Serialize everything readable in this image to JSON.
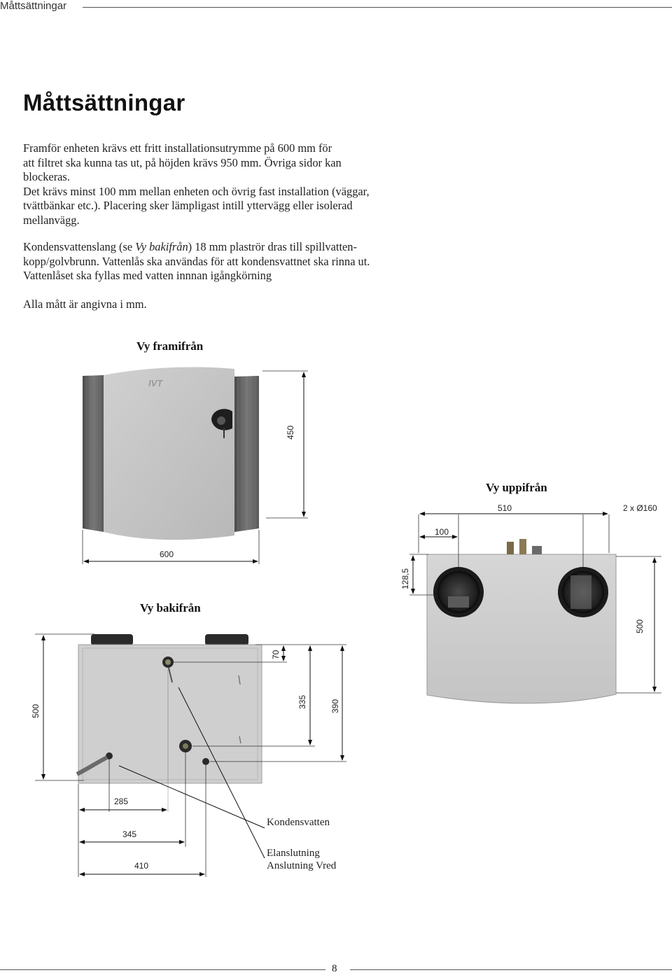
{
  "header": {
    "section": "Måttsättningar"
  },
  "title": "Måttsättningar",
  "paragraphs": {
    "p1_l1": "Framför enheten krävs ett fritt installationsutrymme på 600 mm för",
    "p1_l2": "att filtret ska kunna tas ut, på höjden krävs 950 mm. Övriga sidor kan",
    "p1_l3": "blockeras.",
    "p1_l4": "Det krävs minst 100 mm mellan enheten och övrig fast installation (väggar,",
    "p1_l5": "tvättbänkar etc.). Placering sker lämpligast intill yttervägg eller isolerad",
    "p1_l6": "mellanvägg.",
    "p2_l1_a": "Kondensvattenslang (se ",
    "p2_l1_b": "Vy bakifrån",
    "p2_l1_c": ") 18 mm plaströr dras till spillvatten-",
    "p2_l2": "kopp/golvbrunn. Vattenlås ska användas för att kondensvattnet ska rinna ut.",
    "p2_l3": "Vattenlåset ska fyllas med vatten innnan igångkörning",
    "p3": "Alla mått är angivna i mm."
  },
  "views": {
    "front": {
      "title": "Vy framifrån",
      "logo": "IVT",
      "dim_width": "600",
      "dim_height": "450"
    },
    "top": {
      "title": "Vy uppifrån",
      "dim_width": "510",
      "dim_ducts": "2 x Ø160",
      "dim_offset": "100",
      "dim_height": "128,5",
      "dim_depth": "500"
    },
    "back": {
      "title": "Vy bakifrån",
      "dim_70": "70",
      "dim_335": "335",
      "dim_390": "390",
      "dim_500": "500",
      "dim_285": "285",
      "dim_345": "345",
      "dim_410": "410",
      "label_condensate": "Kondensvatten",
      "label_power_1": "Elanslutning",
      "label_power_2": "Anslutning Vred"
    }
  },
  "footer": {
    "page": "8"
  }
}
